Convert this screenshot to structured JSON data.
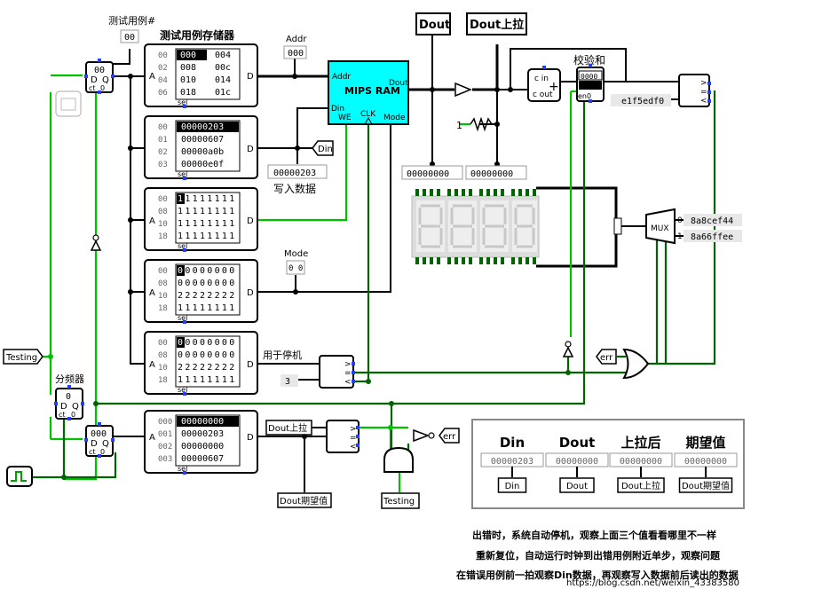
{
  "labels": {
    "test_case_top": "测试用例#",
    "test_case_val": "00",
    "rom_title": "测试用例存储器",
    "addr_label": "Addr",
    "addr_val": "000",
    "ram_title": "MIPS RAM",
    "ram_addr": "Addr",
    "ram_dout": "Dout",
    "ram_din": "Din",
    "ram_we": "WE",
    "ram_clk": "CLK",
    "ram_mode": "Mode",
    "din_tunnel": "Din",
    "din_probe": "00000203",
    "write_data": "写入数据",
    "mode_label": "Mode",
    "mode_val": "0 0",
    "dout_tag": "Dout",
    "dout_pull_tag": "Dout上拉",
    "dout_probe1": "00000000",
    "dout_probe2": "00000000",
    "cin": "c in",
    "cout": "c out",
    "en0": "en0",
    "checksum": "校验和",
    "checksum_val": "e1f5edf0",
    "cmp_labels": [
      ">",
      "=",
      "<"
    ],
    "mux": "MUX",
    "mux_val0": "8a8cef44",
    "mux_val1": "8a66ffee",
    "mux_in0": "0",
    "mux_in1": "1",
    "testing": "Testing",
    "divider": "分频器",
    "stop_label": "用于停机",
    "const3": "3",
    "err": "err",
    "err2": "err",
    "dout_pull_tunnel": "Dout上拉",
    "dout_expect": "Dout期望值",
    "testing_bottom": "Testing",
    "counter_top_val": "00",
    "counter_mid_val": "0",
    "counter_bot_val": "000",
    "ctr_ct": "ct",
    "sel": "sel",
    "pin_A": "A",
    "pin_D": "D",
    "one": "1",
    "plus": "+"
  },
  "rom1": {
    "rows": [
      [
        "00",
        "000",
        "004"
      ],
      [
        "02",
        "008",
        "00c"
      ],
      [
        "04",
        "010",
        "014"
      ],
      [
        "06",
        "018",
        "01c"
      ]
    ]
  },
  "rom2": {
    "rows": [
      [
        "00",
        "00000203"
      ],
      [
        "01",
        "00000607"
      ],
      [
        "02",
        "00000a0b"
      ],
      [
        "03",
        "00000e0f"
      ]
    ]
  },
  "rom3": {
    "rows": [
      [
        "00",
        "11111111"
      ],
      [
        "08",
        "11111111"
      ],
      [
        "10",
        "11111111"
      ],
      [
        "18",
        "11111111"
      ]
    ]
  },
  "rom4": {
    "rows": [
      [
        "00",
        "00000000"
      ],
      [
        "08",
        "00000000"
      ],
      [
        "10",
        "22222222"
      ],
      [
        "18",
        "11111111"
      ]
    ]
  },
  "rom5": {
    "rows": [
      [
        "00",
        "00000000"
      ],
      [
        "08",
        "00000000"
      ],
      [
        "10",
        "22222222"
      ],
      [
        "18",
        "11111111"
      ]
    ]
  },
  "rom6": {
    "rows": [
      [
        "000",
        "00000000"
      ],
      [
        "001",
        "00000203"
      ],
      [
        "002",
        "00000000"
      ],
      [
        "003",
        "00000607"
      ]
    ]
  },
  "panel": {
    "headers": [
      "Din",
      "Dout",
      "上拉后",
      "期望值"
    ],
    "values": [
      "00000203",
      "00000000",
      "00000000",
      "00000000"
    ],
    "tunnels": [
      "Din",
      "Dout",
      "Dout上拉",
      "Dout期望值"
    ]
  },
  "notes": [
    "出错时，系统自动停机，观察上面三个值看看哪里不一样",
    "重新复位，自动运行时钟到出错用例附近单步，观察问题",
    "在错误用例前一拍观察Din数据，再观察写入数据前后读出的数据"
  ],
  "watermark": "https://blog.csdn.net/weixin_43383580",
  "colors": {
    "bright_wire": "#00c000",
    "dark_wire": "#006400",
    "ram_fill": "#00ffff",
    "pin": "#2040ff"
  }
}
